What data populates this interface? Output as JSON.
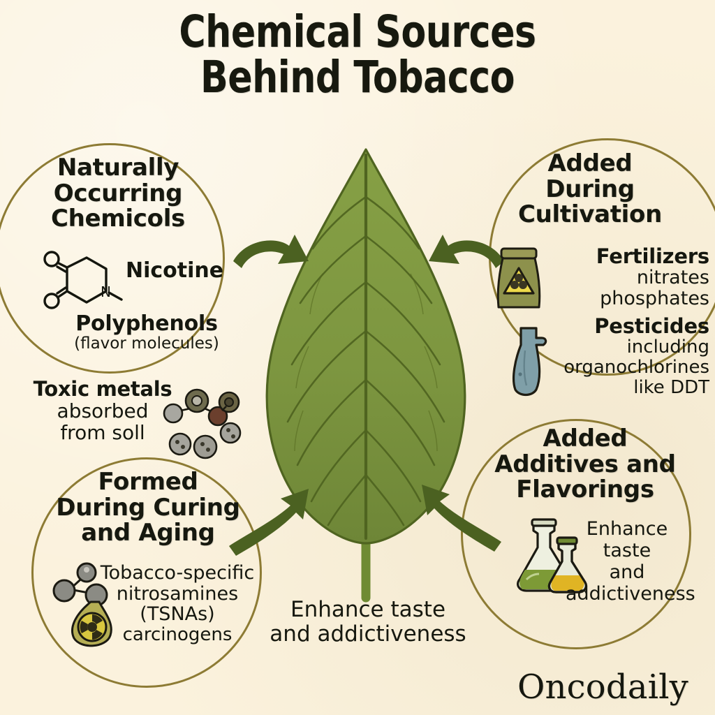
{
  "page": {
    "background_color": "#fbf2dd",
    "circle_stroke_color": "#8d7b34",
    "leaf_color": "#7d9640",
    "leaf_vein_color": "#4f6420",
    "arrow_color": "#4b6121",
    "text_color": "#16180f"
  },
  "title": {
    "line1": "Chemical Sources",
    "line2": "Behind Tobacco"
  },
  "panels": {
    "naturally_occurring": {
      "heading_lines": [
        "Naturally",
        "Occurring",
        "Chemicols"
      ],
      "items": [
        {
          "label": "Nicotine",
          "icon": "nicotine-molecule-icon"
        },
        {
          "label": "Polyphenols",
          "sublabel": "(flavor molecules)"
        }
      ]
    },
    "added_during_cultivation": {
      "heading_lines": [
        "Added",
        "During",
        "Cultivation"
      ],
      "items": [
        {
          "label": "Fertilizers",
          "detail_lines": [
            "nitrates",
            "phosphates"
          ],
          "icon": "fertilizer-bag-icon"
        },
        {
          "label": "Pesticides",
          "detail_lines": [
            "including",
            "organochlorines",
            "like DDT"
          ],
          "icon": "spray-bottle-icon"
        }
      ]
    },
    "formed_during_curing": {
      "heading_lines": [
        "Formed",
        "During Curing",
        "and Aging"
      ],
      "items": [
        {
          "detail_lines": [
            "Tobacco-specific",
            "nitrosamines",
            "(TSNAs)",
            "carcinogens"
          ],
          "icon": "tsna-hazard-flask-icon"
        }
      ]
    },
    "added_additives": {
      "heading_lines": [
        "Added",
        "Additives and",
        "Flavorings"
      ],
      "items": [
        {
          "detail_lines": [
            "Enhance",
            "taste",
            "and",
            "addictiveness"
          ],
          "icon": "flasks-icon"
        }
      ]
    }
  },
  "toxic_metals": {
    "line1": "Toxic metals",
    "line2": "absorbed",
    "line3": "from soll",
    "icon": "metal-molecule-icon"
  },
  "center_caption": {
    "line1": "Enhance taste",
    "line2": "and addictiveness"
  },
  "brand": {
    "name": "Oncodaily"
  }
}
